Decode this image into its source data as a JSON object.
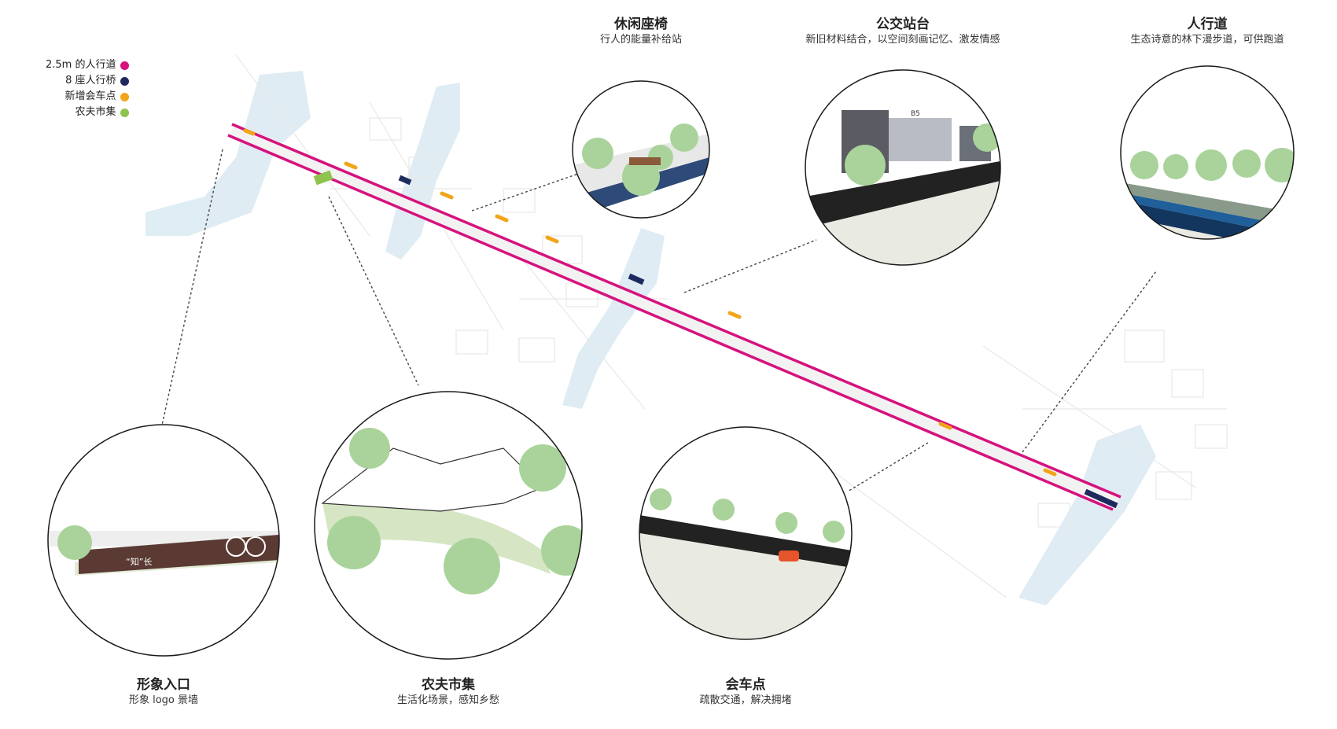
{
  "legend": [
    {
      "label": "2.5m 的人行道",
      "color": "#d6127e"
    },
    {
      "label": "8 座人行桥",
      "color": "#1e2a5e"
    },
    {
      "label": "新增会车点",
      "color": "#f2a51a"
    },
    {
      "label": "农夫市集",
      "color": "#8ec44d"
    }
  ],
  "callouts": {
    "bench": {
      "title": "休闲座椅",
      "subtitle": "行人的能量补给站"
    },
    "bus_stop": {
      "title": "公交站台",
      "subtitle": "新旧材料结合，以空间刻画记忆、激发情感"
    },
    "sidewalk": {
      "title": "人行道",
      "subtitle": "生态诗意的林下漫步道，可供跑道"
    },
    "entrance": {
      "title": "形象入口",
      "subtitle": "形象 logo 景墙"
    },
    "market": {
      "title": "农夫市集",
      "subtitle": "生活化场景，感知乡愁"
    },
    "passing": {
      "title": "会车点",
      "subtitle": "疏散交通，解决拥堵"
    }
  },
  "scene_text": {
    "logo_wall": "“知”长",
    "bus_sign": "B5"
  },
  "colors": {
    "sidewalk": "#d6127e",
    "bridge": "#1e2a5e",
    "passing_point": "#f2a51a",
    "market": "#8ec44d",
    "water": "#dcebf3",
    "tree": "#a9d39a",
    "road_dark": "#222222",
    "bike_lane": "#1f5f9a"
  }
}
